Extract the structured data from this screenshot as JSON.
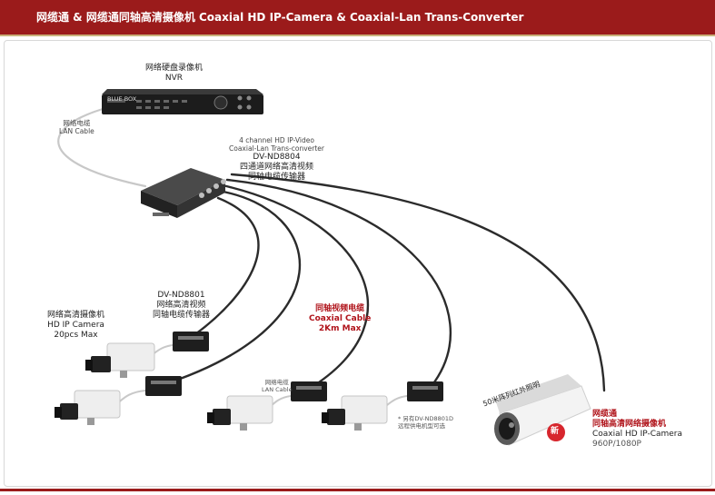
{
  "header": {
    "title": "网缆通 & 网缆通同轴高清摄像机  Coaxial HD IP-Camera & Coaxial-Lan Trans-Converter"
  },
  "nvr": {
    "line1": "网络硬盘录像机",
    "line2": "NVR",
    "brand": "BLUE BOX"
  },
  "lan_cable_top": {
    "line1": "网络电缆",
    "line2": "LAN Cable"
  },
  "converter4": {
    "line1": "4 channel HD IP-Video",
    "line2": "Coaxial-Lan Trans-converter",
    "model": "DV-ND8804",
    "cn1": "四通道网络高清视频",
    "cn2": "同轴电缆传输器"
  },
  "converter1": {
    "model": "DV-ND8801",
    "cn1": "网络高清视频",
    "cn2": "同轴电缆传输器"
  },
  "ipcam": {
    "line1": "网络高清摄像机",
    "line2": "HD IP Camera",
    "line3": "20pcs Max"
  },
  "coax_cable": {
    "line1": "同轴视频电缆",
    "line2": "Coaxial Cable",
    "line3": "2Km Max"
  },
  "lan_cable_mid": {
    "line1": "网络电缆",
    "line2": "LAN Cable"
  },
  "note": {
    "line1": "* 另有DV-ND8801D",
    "line2": "远程供电机型可选"
  },
  "ir": {
    "text": "50米阵列红外照明"
  },
  "bullet_cam": {
    "cn1": "网缆通",
    "cn2": "同轴高清网络摄像机",
    "en": "Coaxial HD IP-Camera",
    "res": "960P/1080P",
    "badge": "新"
  },
  "colors": {
    "header": "#9b1b1b",
    "accent_red": "#b0141b",
    "badge": "#d7262d"
  }
}
